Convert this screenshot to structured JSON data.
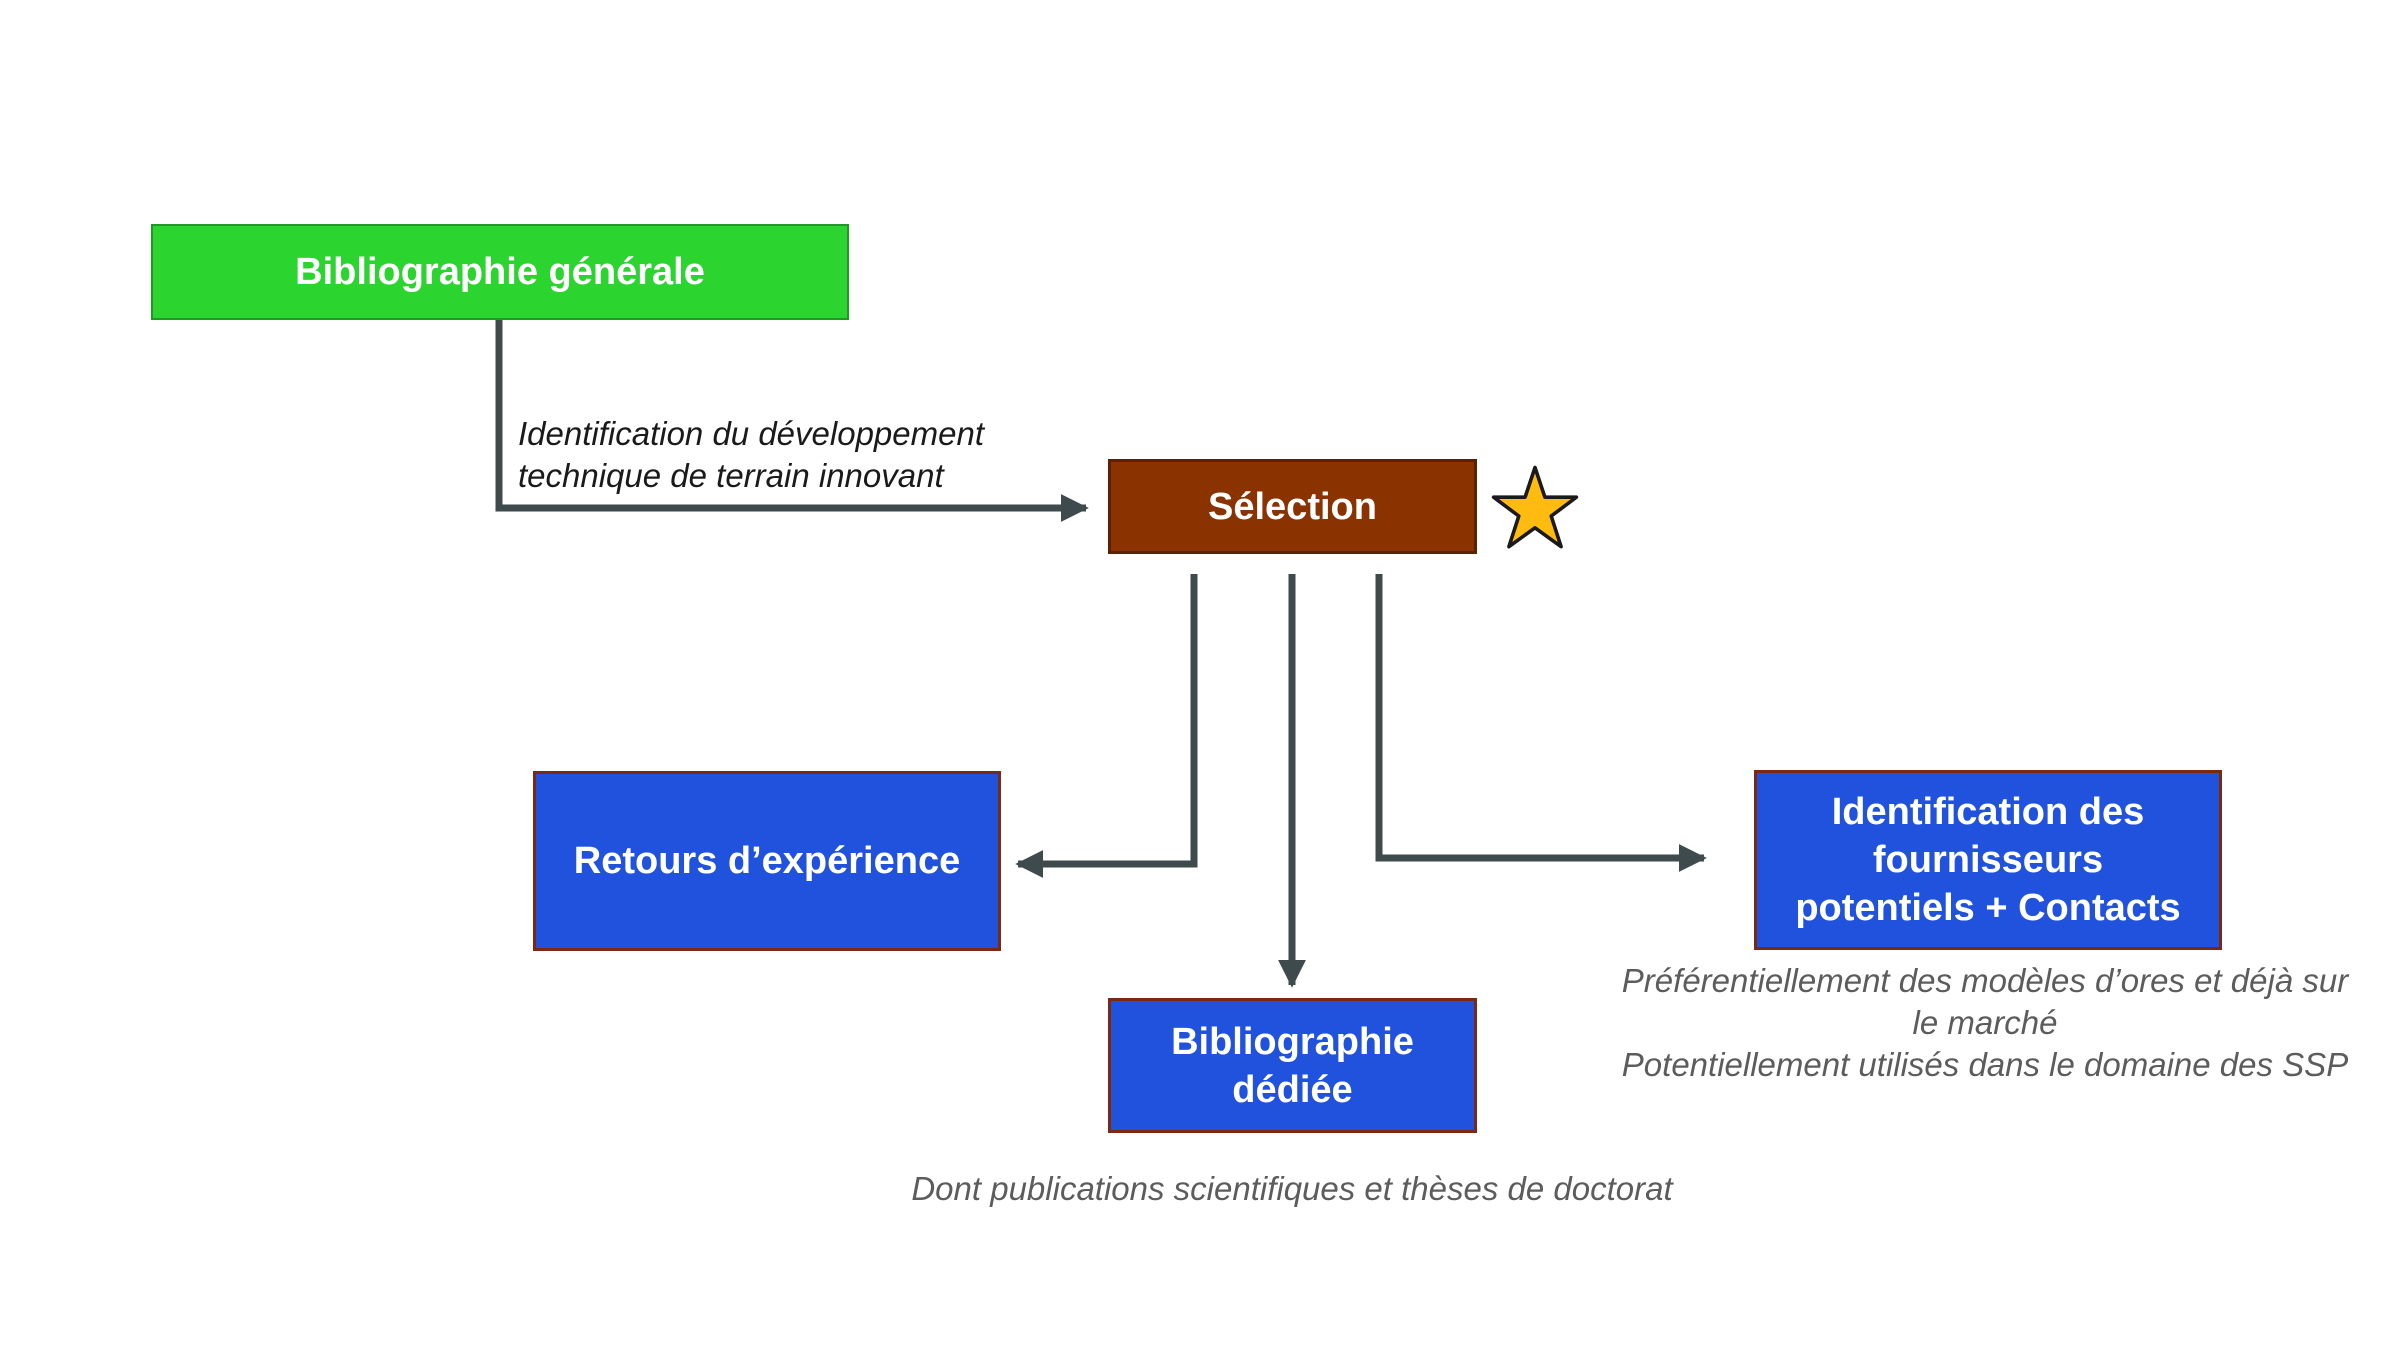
{
  "colors": {
    "green": "#2bd42f",
    "brown": "#8b3300",
    "blue": "#2152dd",
    "connector": "#3e4a4c",
    "star": "#ffbb10"
  },
  "nodes": {
    "general_bibliography": "Bibliographie générale",
    "selection": "Sélection",
    "feedback": "Retours d’expérience",
    "dedicated_bibliography": "Bibliographie\ndédiée",
    "suppliers": "Identification des\nfournisseurs\npotentiels + Contacts"
  },
  "annotations": {
    "identification": "Identification du développement\ntechnique de terrain innovant",
    "suppliers_note": "Préférentiellement des modèles d’ores et déjà sur\nle marché\nPotentiellement utilisés dans le domaine des SSP",
    "dedicated_note": "Dont publications scientifiques et thèses de doctorat"
  },
  "icons": {
    "selection_marker": "star-icon"
  }
}
